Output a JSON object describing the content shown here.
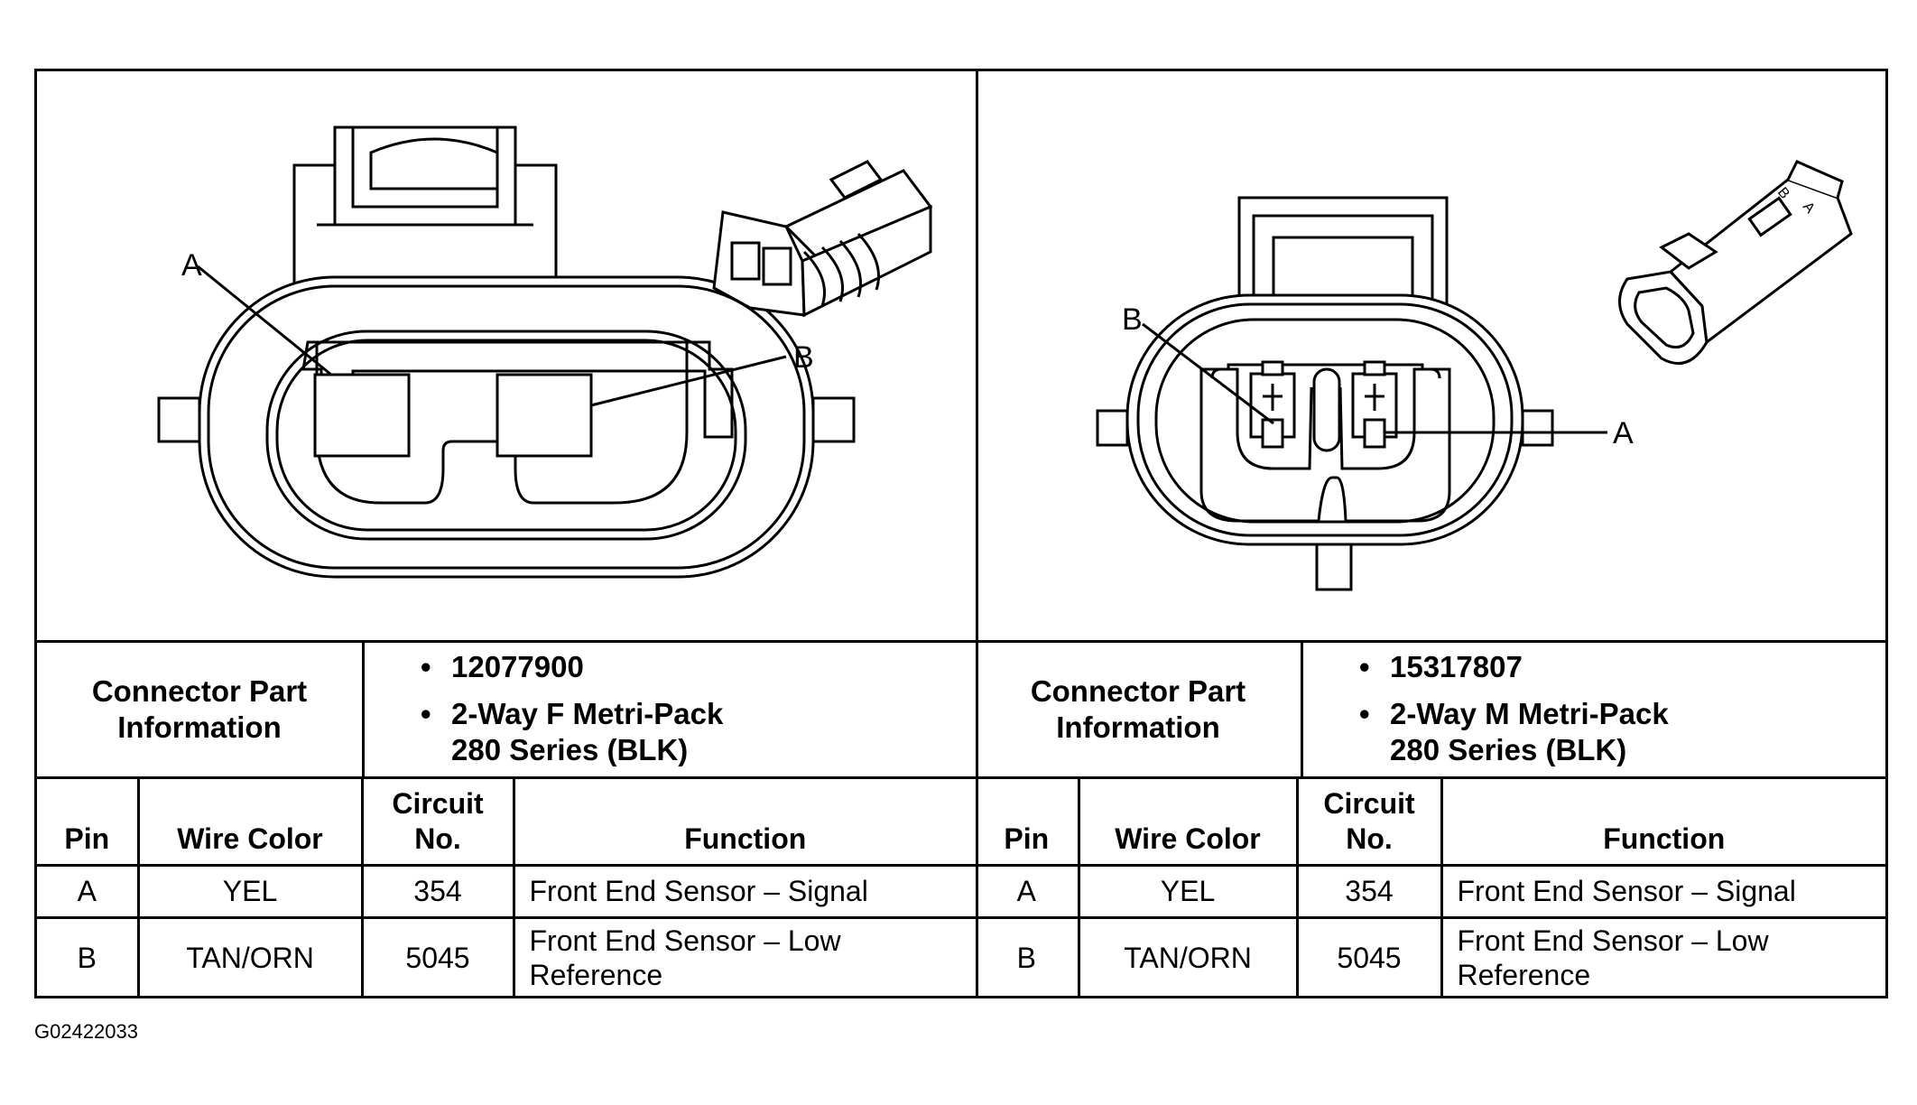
{
  "figure_id": "G02422033",
  "connectors": [
    {
      "callout_a": "A",
      "callout_b": "B",
      "info_label_line1": "Connector Part",
      "info_label_line2": "Information",
      "part_number": "12077900",
      "description_line1": "2-Way F Metri-Pack",
      "description_line2": "280 Series (BLK)",
      "headers": {
        "pin": "Pin",
        "wire_color": "Wire Color",
        "circuit_line1": "Circuit",
        "circuit_line2": "No.",
        "function": "Function"
      },
      "rows": [
        {
          "pin": "A",
          "wire_color": "YEL",
          "circuit": "354",
          "function_line1": "Front End Sensor – Signal",
          "function_line2": ""
        },
        {
          "pin": "B",
          "wire_color": "TAN/ORN",
          "circuit": "5045",
          "function_line1": "Front End Sensor – Low",
          "function_line2": "Reference"
        }
      ]
    },
    {
      "callout_a": "A",
      "callout_b": "B",
      "info_label_line1": "Connector Part",
      "info_label_line2": "Information",
      "part_number": "15317807",
      "description_line1": "2-Way M Metri-Pack",
      "description_line2": "280 Series (BLK)",
      "headers": {
        "pin": "Pin",
        "wire_color": "Wire Color",
        "circuit_line1": "Circuit",
        "circuit_line2": "No.",
        "function": "Function"
      },
      "rows": [
        {
          "pin": "A",
          "wire_color": "YEL",
          "circuit": "354",
          "function_line1": "Front End Sensor – Signal",
          "function_line2": ""
        },
        {
          "pin": "B",
          "wire_color": "TAN/ORN",
          "circuit": "5045",
          "function_line1": "Front End Sensor – Low",
          "function_line2": "Reference"
        }
      ]
    }
  ]
}
